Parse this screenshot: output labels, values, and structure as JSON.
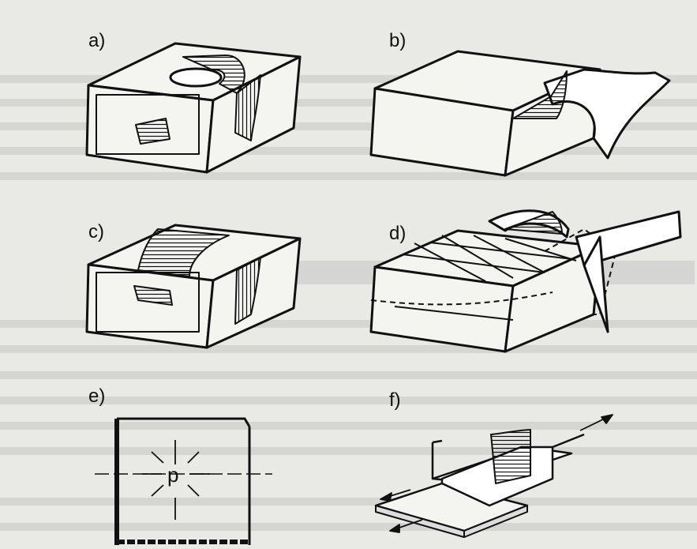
{
  "figure_labels": {
    "a": "a)",
    "b": "b)",
    "c": "c)",
    "d": "d)",
    "e": "e)",
    "f": "f)"
  },
  "figure_e_marker": "p"
}
